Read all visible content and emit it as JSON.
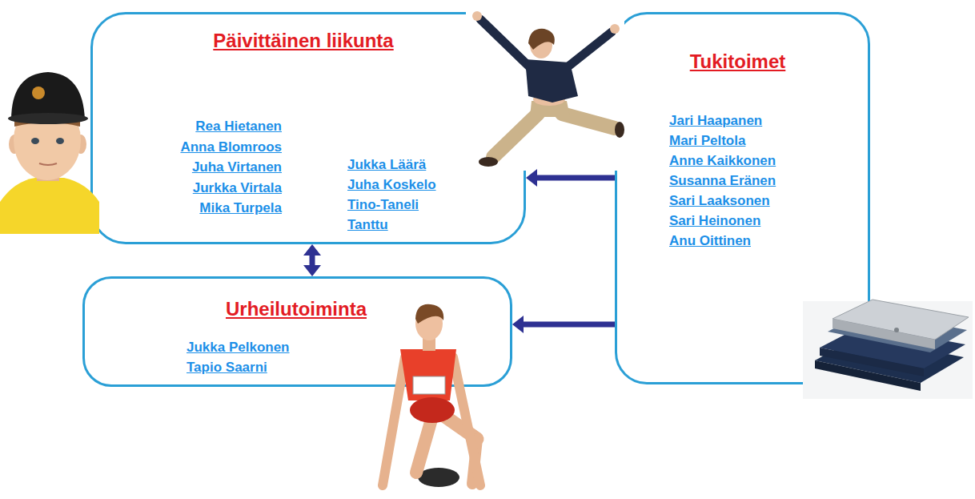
{
  "diagram": {
    "nodes": [
      {
        "text": [
          "Päivittäinen liikunta",
          "Rea Hietanen",
          "Anna Blomroos",
          "Juha Virtanen",
          "Jurkka Virtala",
          "Mika Turpela",
          "Jukka Läärä",
          "Juha Koskelo",
          "Tino-Taneli Tanttu"
        ]
      },
      {
        "text": [
          "Urheilutoiminta",
          "Jukka Pelkonen",
          "Tapio Saarni"
        ]
      },
      {
        "text": [
          "Tukitoimet",
          "Jari Haapanen",
          "Mari Peltola",
          "Anne Kaikkonen",
          "Susanna Eränen",
          "Sari Laaksonen",
          "Sari Heinonen",
          "Anu Oittinen"
        ]
      }
    ],
    "edges": [
      {
        "from": 0,
        "to": 1,
        "arrow": "both"
      },
      {
        "from": 2,
        "to": 0,
        "arrow": "to"
      },
      {
        "from": 2,
        "to": 1,
        "arrow": "to"
      }
    ]
  }
}
